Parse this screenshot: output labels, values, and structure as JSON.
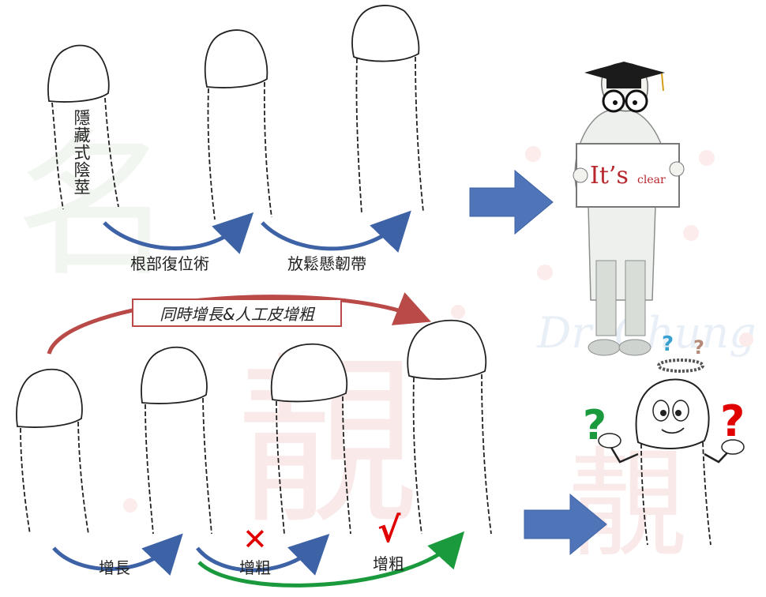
{
  "top_row": {
    "hidden_label": "隱藏式陰莖",
    "step1_label": "根部復位術",
    "step2_label": "放鬆懸韌帶"
  },
  "bottom_row": {
    "banner_label": "同時增長&人工皮增粗",
    "lengthen_label": "增長",
    "thicken_wrong_label": "增粗",
    "thicken_right_label": "增粗",
    "wrong_mark": "✕",
    "right_mark": "√"
  },
  "doctor_sign": {
    "big_text": "It’s",
    "small_text": "clear"
  },
  "confused_marks": [
    "?",
    "?",
    "?",
    "?"
  ],
  "colors": {
    "blue_arrow": "#3d62a6",
    "green_arrow": "#1a9a3c",
    "red_arrow": "#b94a48",
    "mark_red": "#e00000",
    "sign_text": "#b8272e",
    "watermark": "#e9b9b9"
  }
}
